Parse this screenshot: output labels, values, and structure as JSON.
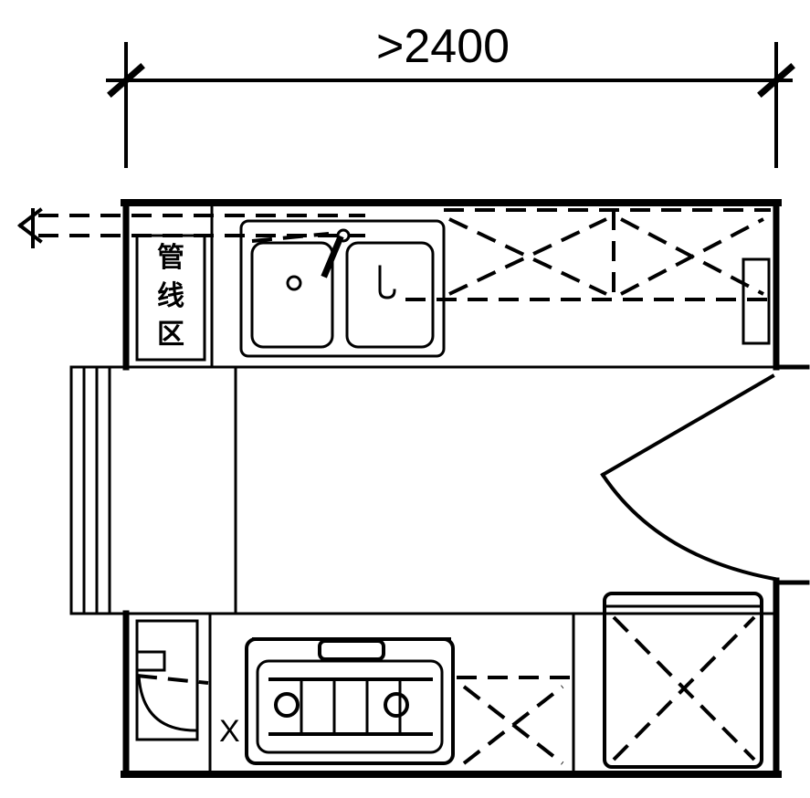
{
  "dimension": {
    "label": ">2400"
  },
  "utility_zone": {
    "line1": "管",
    "line2": "线",
    "line3": "区"
  },
  "side_mark": {
    "label": "X"
  }
}
